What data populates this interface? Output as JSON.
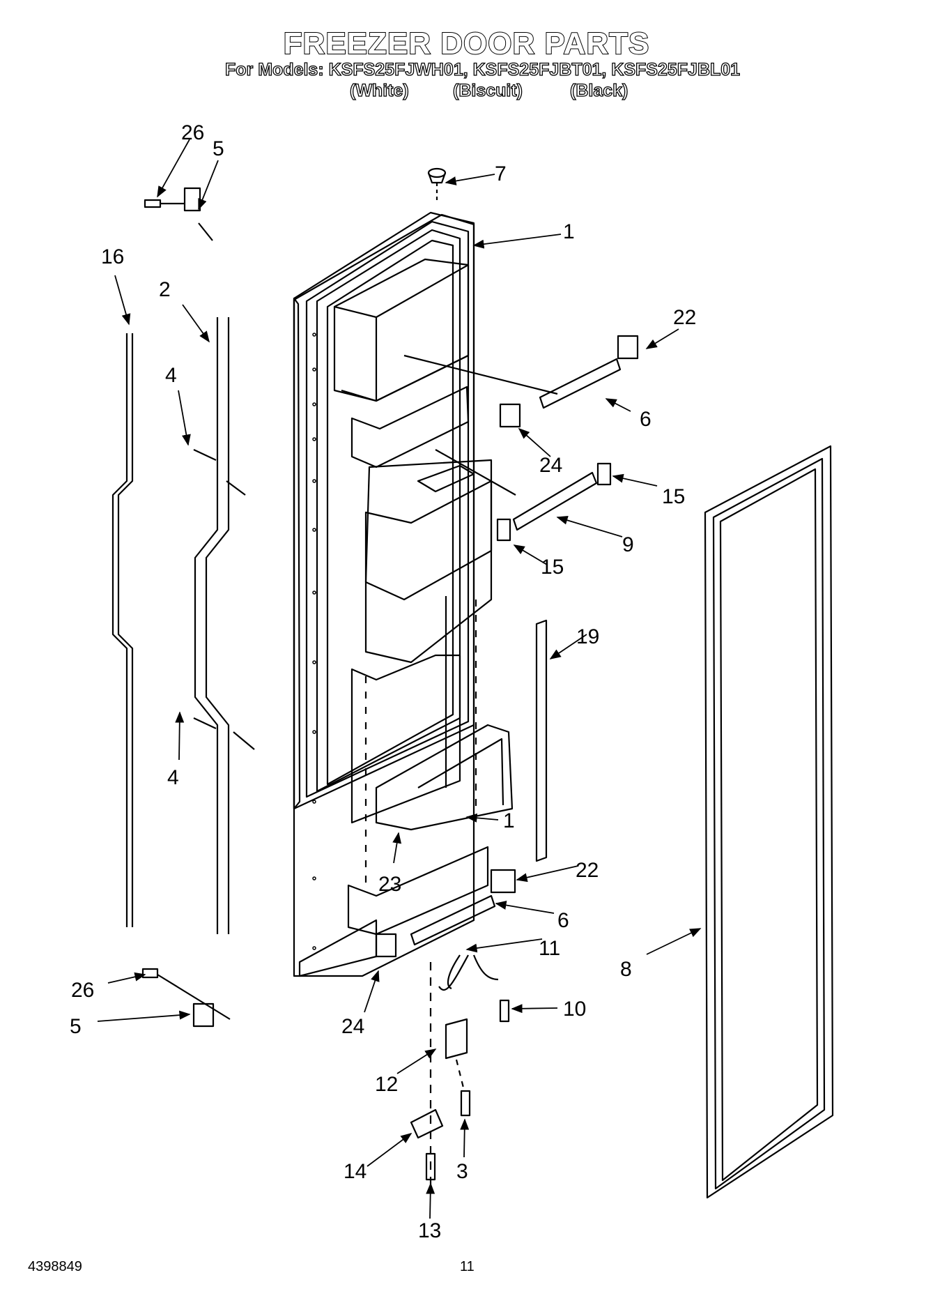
{
  "header": {
    "title": "FREEZER DOOR PARTS",
    "models": "For Models: KSFS25FJWH01, KSFS25FJBT01, KSFS25FJBL01",
    "colors": [
      "(White)",
      "(Biscuit)",
      "(Black)"
    ]
  },
  "callouts": [
    "26",
    "5",
    "7",
    "1",
    "16",
    "2",
    "22",
    "4",
    "6",
    "24",
    "15",
    "9",
    "15",
    "19",
    "4",
    "1",
    "22",
    "23",
    "6",
    "11",
    "8",
    "26",
    "10",
    "5",
    "24",
    "12",
    "14",
    "3",
    "13"
  ],
  "footer": {
    "doc_number": "4398849",
    "page_number": "11"
  }
}
